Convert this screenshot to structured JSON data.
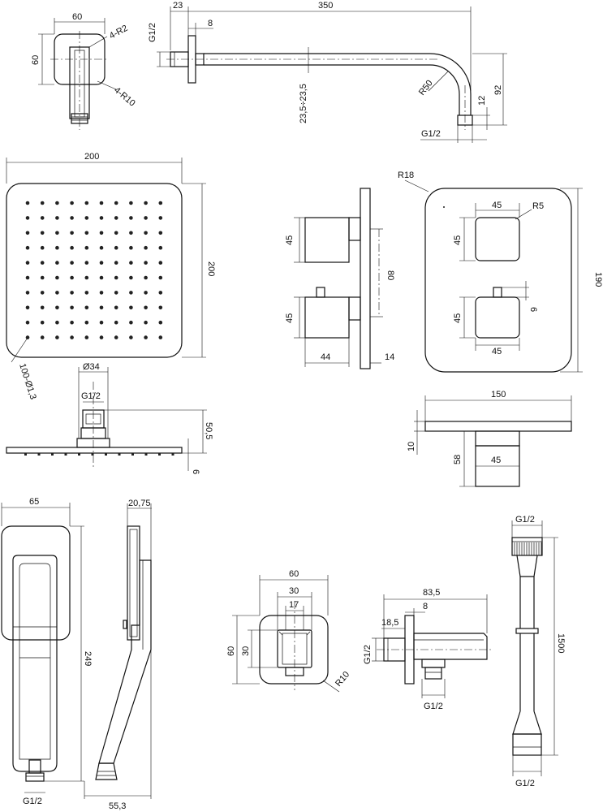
{
  "labels": {
    "arm_width": "60",
    "arm_height": "60",
    "arm_radius_outer": "4-R2",
    "arm_radius_inner": "4-R10",
    "arm_thread_label": "G1/2",
    "arm_offset": "23",
    "arm_length": "350",
    "arm_flange": "8",
    "arm_bend_radius": "R50",
    "arm_drop": "92",
    "arm_tip": "12",
    "arm_center": "23,5÷23,5",
    "arm_outlet_thread": "G1/2",
    "head_width": "200",
    "head_height": "200",
    "head_nozzles": "100-Ø1,3",
    "head_connector_diameter": "Ø34",
    "head_connector_thread": "G1/2",
    "head_total_height": "50,5",
    "head_thickness": "6",
    "valve_handle_top": "45",
    "valve_handle_bottom": "45",
    "valve_spacing": "80",
    "valve_depth": "44",
    "valve_plate": "14",
    "plate_radius": "R18",
    "knob_top_width": "45",
    "knob_top_height": "45",
    "knob_radius": "R5",
    "knob_bottom_height": "45",
    "knob_bottom_width": "45",
    "knob_pin": "6",
    "plate_height": "190",
    "plan_width": "150",
    "plan_plate": "10",
    "plan_knob_height": "58",
    "plan_knob_width": "45",
    "hand_width": "65",
    "hand_length": "249",
    "hand_thread": "G1/2",
    "hand_side_depth": "20,75",
    "hand_side_base": "55,3",
    "outlet_width": "60",
    "outlet_inner": "30",
    "outlet_hole": "17",
    "outlet_height": "60",
    "outlet_inner_height": "30",
    "outlet_radius": "R10",
    "elbow_length": "83,5",
    "elbow_step": "8",
    "elbow_nipple": "18,5",
    "elbow_thread_in": "G1/2",
    "elbow_thread_out": "G1/2",
    "hose_top_thread": "G1/2",
    "hose_length": "1500",
    "hose_bottom_thread": "G1/2"
  }
}
